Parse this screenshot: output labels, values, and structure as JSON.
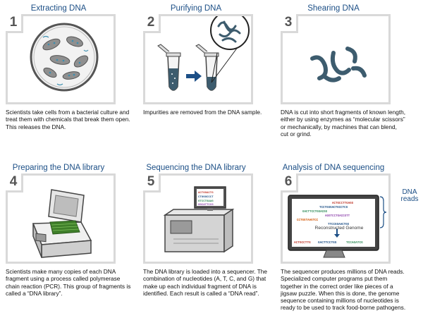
{
  "steps": [
    {
      "number": "1",
      "title": "Extracting DNA",
      "description": "Scientists take cells from a bacterial culture and treat them with chemicals that break them open. This releases the DNA.",
      "icon": "petri-dish-bacteria"
    },
    {
      "number": "2",
      "title": "Purifying DNA",
      "description": "Impurities are removed from the DNA sample.",
      "icon": "test-tubes-magnified-dna"
    },
    {
      "number": "3",
      "title": "Shearing DNA",
      "description": "DNA is cut into short fragments of known length, either by using enzymes as “molecular scissors” or mechanically, by machines that can blend, cut or grind.",
      "icon": "dna-fragments"
    },
    {
      "number": "4",
      "title": "Preparing the DNA library",
      "description": "Scientists make many copies of each DNA fragment using a process called polymerase chain reaction (PCR). This group of fragments is called a “DNA library”.",
      "icon": "pcr-machine"
    },
    {
      "number": "5",
      "title": "Sequencing the DNA library",
      "description": "The DNA library is loaded into a sequencer. The combination of nucleotides (A, T, C, and G) that make up each individual fragment of DNA is identified. Each result is called a “DNA read”.",
      "icon": "dna-sequencer"
    },
    {
      "number": "6",
      "title": "Analysis of DNA sequencing",
      "description": "The sequencer produces millions of DNA reads. Specialized computer programs put them together in the correct order like pieces of a jigsaw puzzle. When this is done, the genome sequence containing millions of nucleotides is ready to be used to track food-borne pathogens.",
      "icon": "computer-monitor"
    }
  ],
  "annotations": {
    "dna_reads": "DNA reads",
    "reconstructed_genome": "Reconstructed Genome"
  },
  "colors": {
    "title_blue": "#1c4f86",
    "frame_gray": "#d9d9d9",
    "dna_teal": "#3d5c6e",
    "arrow_blue": "#1c4f86"
  }
}
